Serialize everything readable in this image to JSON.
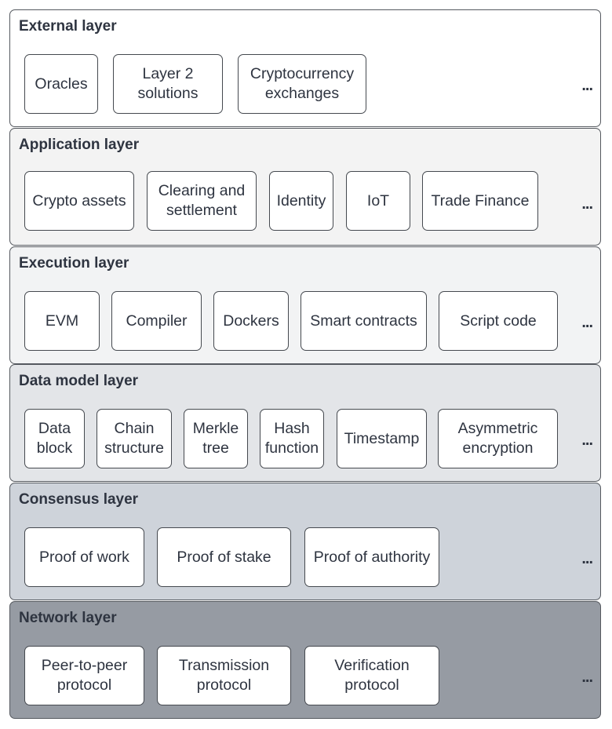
{
  "layers": [
    {
      "title": "External layer",
      "fill": "#ffffff",
      "items": [
        "Oracles",
        "Layer 2\nsolutions",
        "Cryptocurrency\nexchanges"
      ],
      "more": "..."
    },
    {
      "title": "Application layer",
      "fill": "#f3f3f3",
      "items": [
        "Crypto assets",
        "Clearing and\nsettlement",
        "Identity",
        "IoT",
        "Trade Finance"
      ],
      "more": "..."
    },
    {
      "title": "Execution layer",
      "fill": "#f2f3f4",
      "items": [
        "EVM",
        "Compiler",
        "Dockers",
        "Smart contracts",
        "Script code"
      ],
      "more": "..."
    },
    {
      "title": "Data model layer",
      "fill": "#e3e5e8",
      "items": [
        "Data\nblock",
        "Chain\nstructure",
        "Merkle\ntree",
        "Hash\nfunction",
        "Timestamp",
        "Asymmetric\nencryption"
      ],
      "more": "..."
    },
    {
      "title": "Consensus layer",
      "fill": "#ced3da",
      "items": [
        "Proof of work",
        "Proof of stake",
        "Proof of authority"
      ],
      "more": "..."
    },
    {
      "title": "Network layer",
      "fill": "#969ba3",
      "items": [
        "Peer-to-peer\nprotocol",
        "Transmission\nprotocol",
        "Verification\nprotocol"
      ],
      "more": "..."
    }
  ]
}
